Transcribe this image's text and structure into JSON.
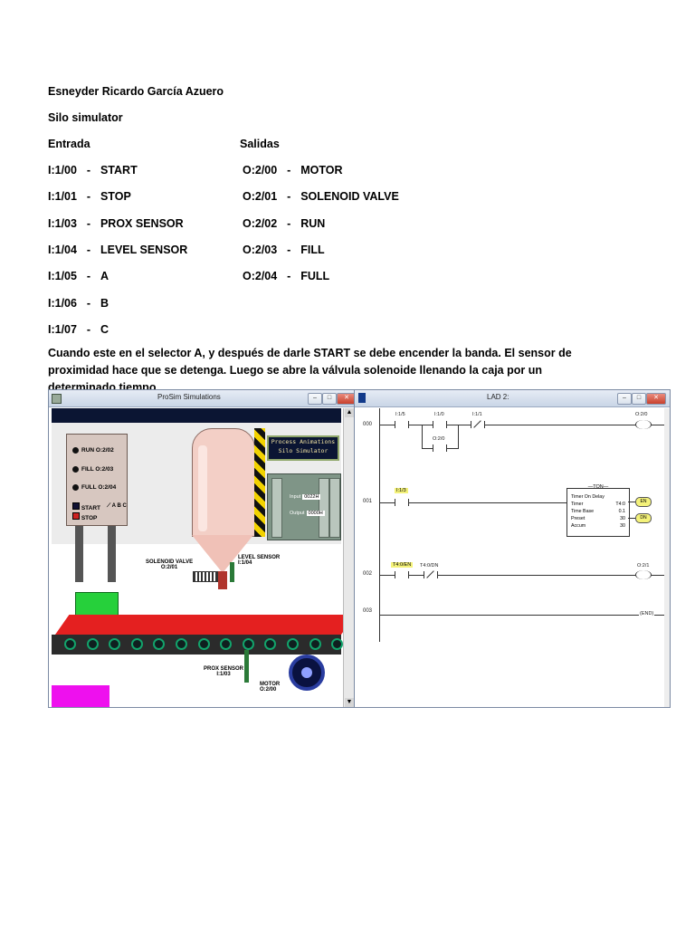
{
  "doc": {
    "author": "Esneyder Ricardo García Azuero",
    "subtitle": "Silo simulator",
    "inputs_header": "Entrada",
    "outputs_header": "Salidas",
    "inputs": [
      {
        "code": "I:1/00",
        "sep": "-",
        "name": "START"
      },
      {
        "code": "I:1/01",
        "sep": "-",
        "name": "STOP"
      },
      {
        "code": "I:1/03",
        "sep": "-",
        "name": "PROX SENSOR"
      },
      {
        "code": "I:1/04",
        "sep": "-",
        "name": "LEVEL SENSOR"
      },
      {
        "code": "I:1/05",
        "sep": "-",
        "name": "A"
      },
      {
        "code": "I:1/06",
        "sep": "-",
        "name": "B"
      },
      {
        "code": "I:1/07",
        "sep": "-",
        "name": "C"
      }
    ],
    "outputs": [
      {
        "code": "O:2/00",
        "sep": "-",
        "name": "MOTOR"
      },
      {
        "code": "O:2/01",
        "sep": "-",
        "name": "SOLENOID VALVE"
      },
      {
        "code": "O:2/02",
        "sep": "-",
        "name": "RUN"
      },
      {
        "code": "O:2/03",
        "sep": "-",
        "name": "FILL"
      },
      {
        "code": "O:2/04",
        "sep": "-",
        "name": "FULL"
      }
    ],
    "paragraph": "Cuando este en el selector A, y después de darle START se debe encender la banda. El sensor de proximidad hace que se detenga. Luego se abre la válvula solenoide llenando la caja por un determinado tiempo."
  },
  "prosim": {
    "window_title": "ProSim Simulations",
    "banner_line1": "Process Animations",
    "banner_line2": "Silo Simulator",
    "panel": {
      "run": "RUN",
      "run_addr": "O:2/02",
      "fill": "FILL",
      "fill_addr": "O:2/03",
      "full": "FULL",
      "full_addr": "O:2/04",
      "start": "START",
      "stop": "STOP",
      "sel_a": "A",
      "sel_b": "B",
      "sel_c": "C"
    },
    "plc": {
      "input_label": "Input",
      "input_value": "0022H",
      "output_label": "Output",
      "output_value": "0000H"
    },
    "solenoid_label": "SOLENOID VALVE",
    "solenoid_addr": "O:2/01",
    "level_label": "LEVEL SENSOR",
    "level_addr": "I:1/04",
    "prox_label": "PROX SENSOR",
    "prox_addr": "I:1/03",
    "motor_label": "MOTOR",
    "motor_addr": "O:2/00",
    "colors": {
      "belt": "#e42020",
      "box": "#26d03b",
      "silo": "#f3cfc6"
    }
  },
  "ladder": {
    "window_title": "LAD 2:",
    "rungs": [
      "000",
      "001",
      "002",
      "003"
    ],
    "r0": {
      "c1": "I:1/5",
      "c2": "I:1/0",
      "c3": "I:1/1",
      "branch": "O:2/0",
      "coil": "O:2/0"
    },
    "r1": {
      "c1": "I:1/3"
    },
    "ton": {
      "title": "TON",
      "name": "Timer On Delay",
      "timer_label": "Timer",
      "timer_value": "T4:0",
      "base_label": "Time Base",
      "base_value": "0.1",
      "preset_label": "Preset",
      "preset_value": "30",
      "accum_label": "Accum",
      "accum_value": "30",
      "en": "EN",
      "dn": "DN"
    },
    "r2": {
      "c1": "T4:0/EN",
      "c2": "T4:0/DN",
      "coil": "O:2/1"
    },
    "r3": {
      "end": "END"
    }
  }
}
